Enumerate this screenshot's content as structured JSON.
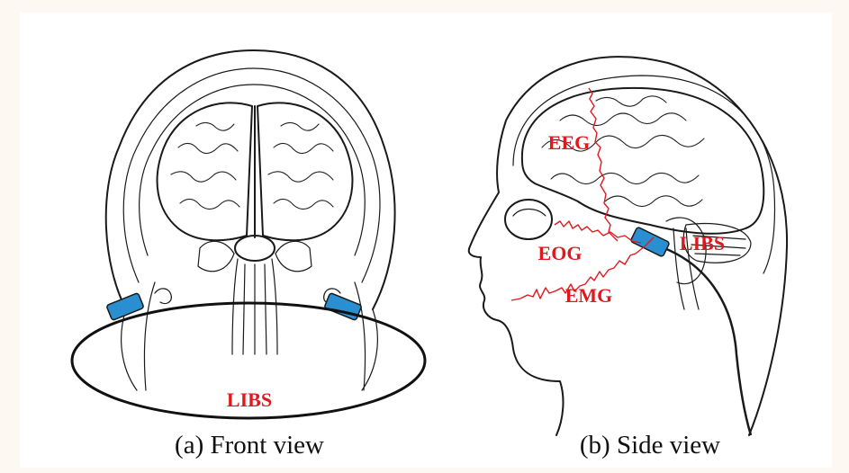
{
  "panels": {
    "front": {
      "caption": "(a) Front view",
      "device_label": "LIBS"
    },
    "side": {
      "caption": "(b) Side view",
      "signal_labels": {
        "eeg": "EEG",
        "eog": "EOG",
        "emg": "EMG",
        "device": "LIBS"
      }
    }
  },
  "colors": {
    "signal": "#e0191f",
    "earpiece": "#2a8fd0",
    "ink": "#1a1a1a",
    "background": "#fdf8f2"
  }
}
